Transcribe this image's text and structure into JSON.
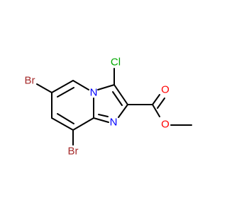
{
  "molecule": {
    "atoms": [
      {
        "key": "br6",
        "text": "Br",
        "color": "#a52a2a"
      },
      {
        "key": "br8",
        "text": "Br",
        "color": "#a52a2a"
      },
      {
        "key": "cl3",
        "text": "Cl",
        "color": "#00a800"
      },
      {
        "key": "n4",
        "text": "N",
        "color": "#0000ff"
      },
      {
        "key": "n1",
        "text": "N",
        "color": "#0000ff"
      },
      {
        "key": "o_carbonyl",
        "text": "O",
        "color": "#ff0000"
      },
      {
        "key": "o_ester",
        "text": "O",
        "color": "#ff0000"
      }
    ],
    "bond_color": "#000000"
  }
}
